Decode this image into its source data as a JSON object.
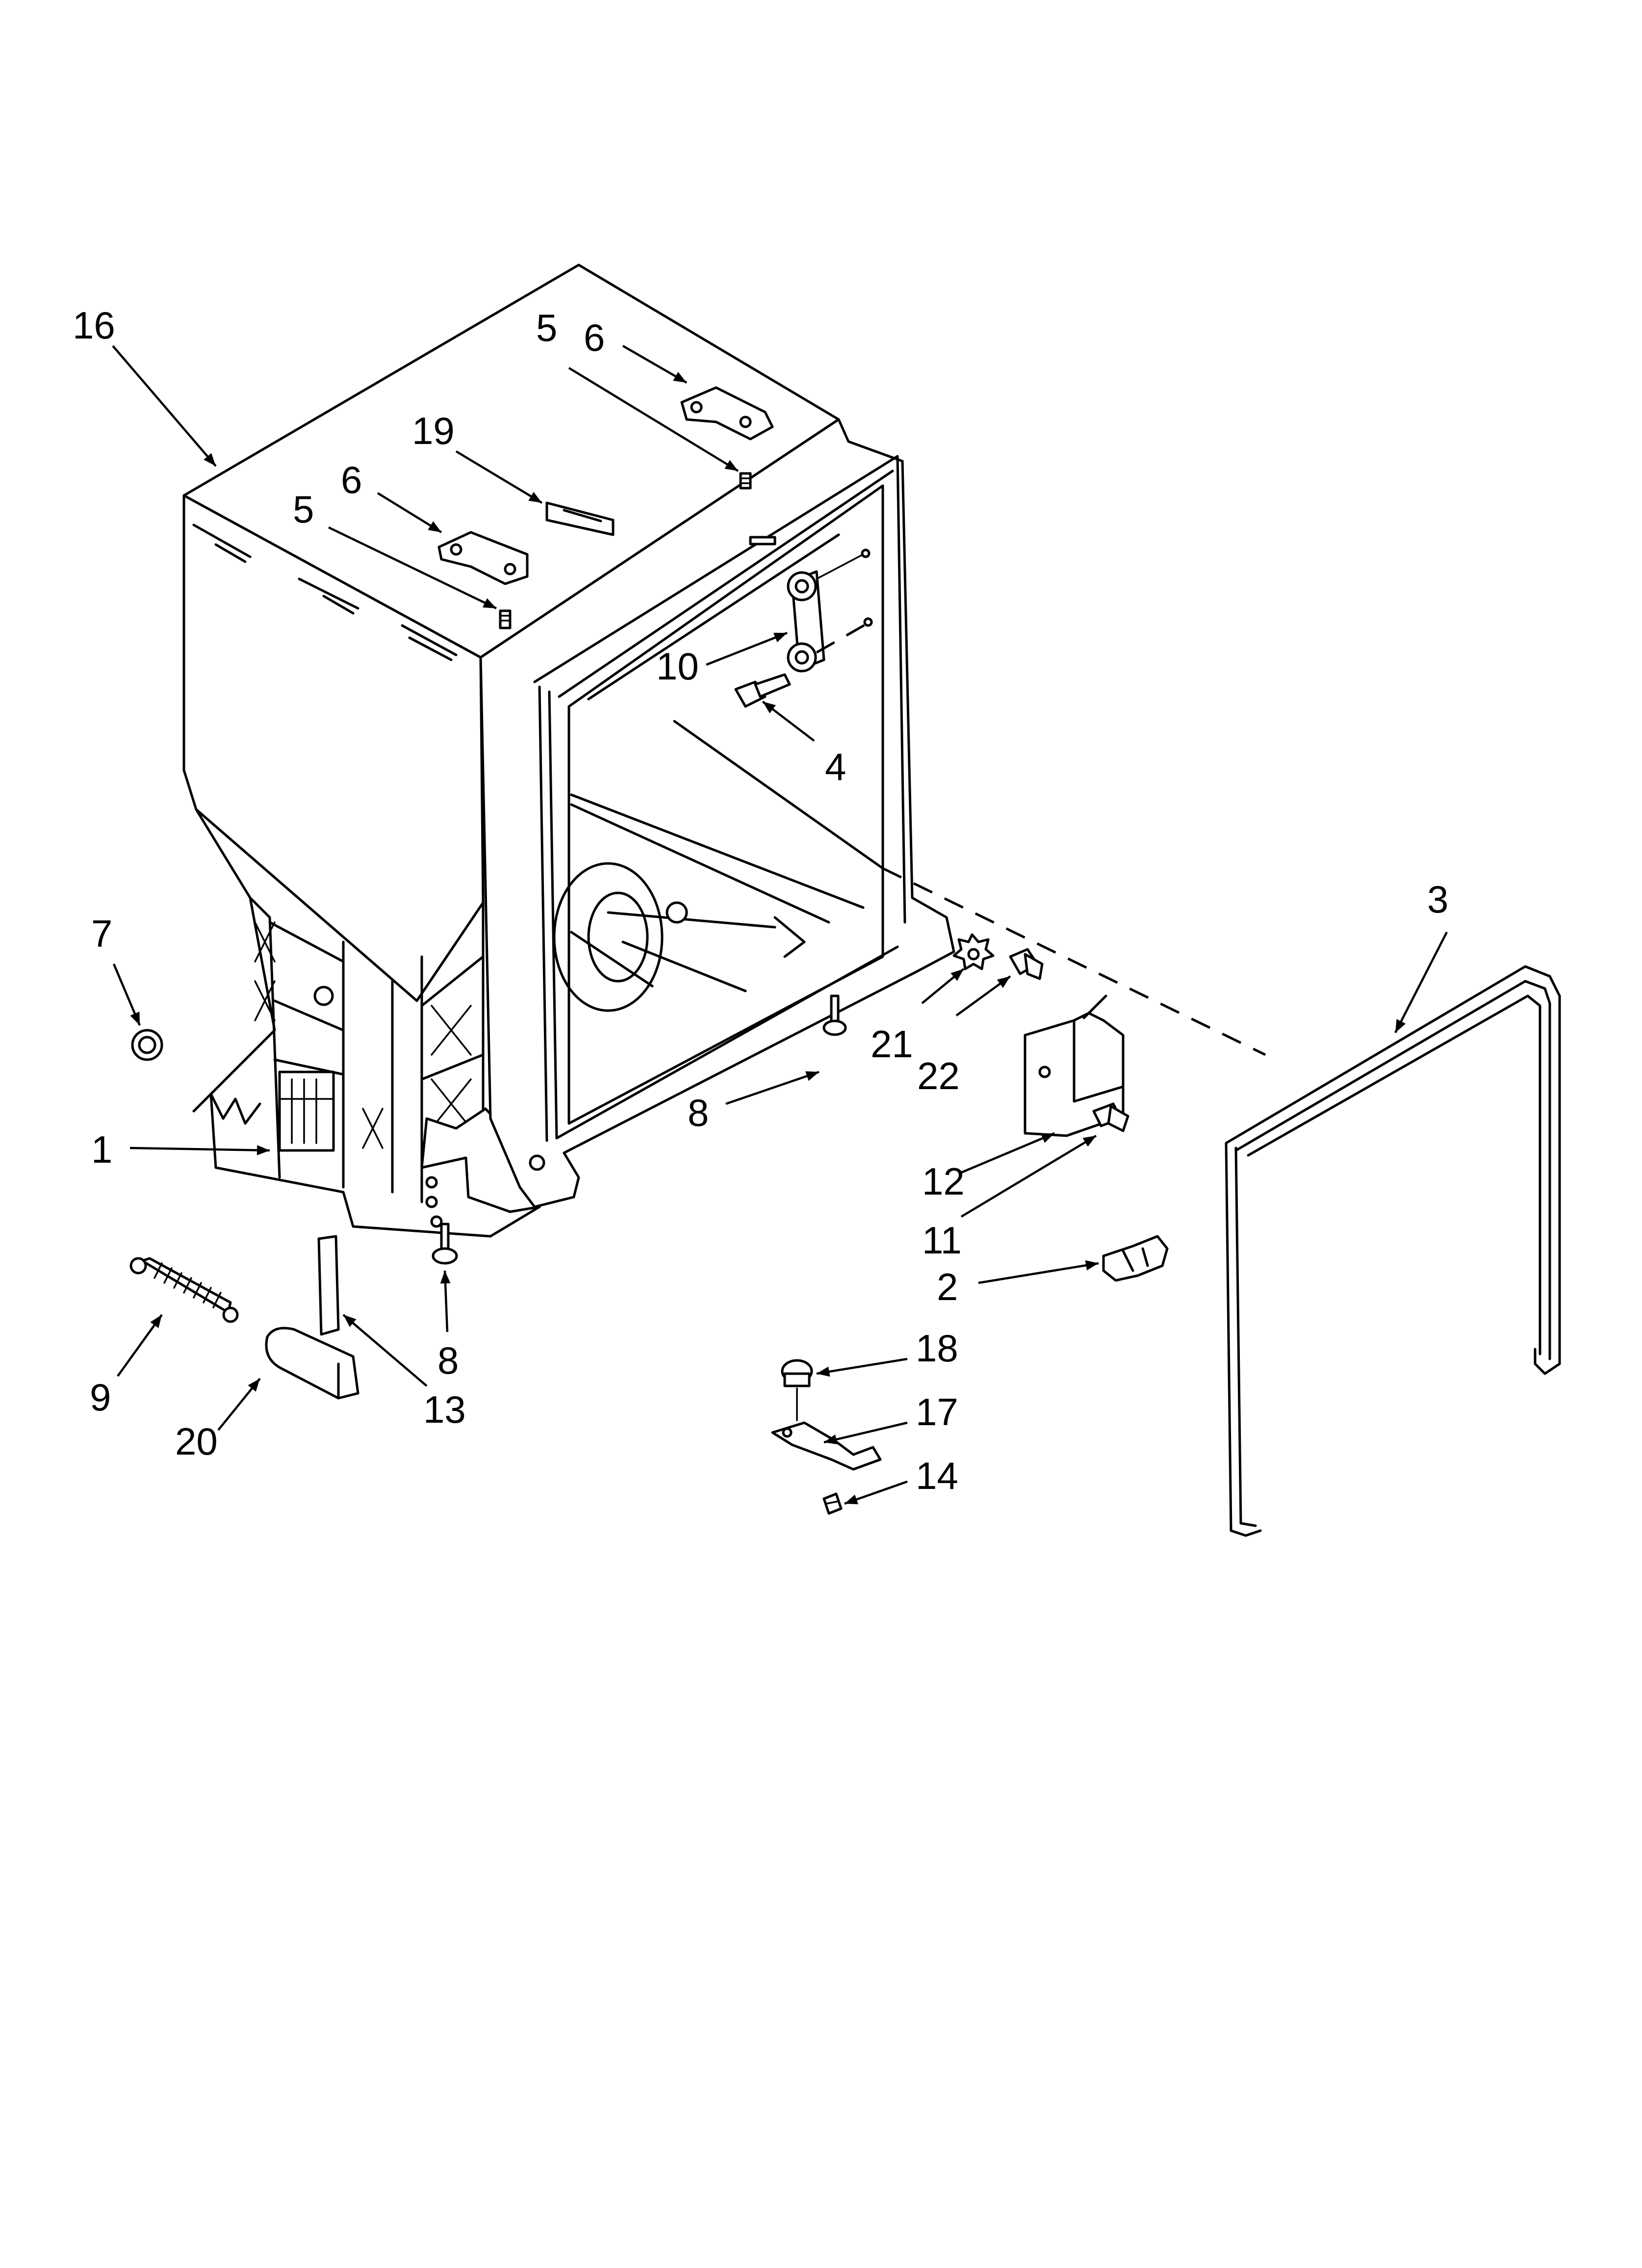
{
  "diagram": {
    "callouts": [
      {
        "id": "c16",
        "label": "16"
      },
      {
        "id": "c6a",
        "label": "6"
      },
      {
        "id": "c5a",
        "label": "5"
      },
      {
        "id": "c19",
        "label": "19"
      },
      {
        "id": "c6b",
        "label": "6"
      },
      {
        "id": "c5b",
        "label": "5"
      },
      {
        "id": "c10",
        "label": "10"
      },
      {
        "id": "c4",
        "label": "4"
      },
      {
        "id": "c3",
        "label": "3"
      },
      {
        "id": "c7",
        "label": "7"
      },
      {
        "id": "c1",
        "label": "1"
      },
      {
        "id": "c21",
        "label": "21"
      },
      {
        "id": "c22",
        "label": "22"
      },
      {
        "id": "c8a",
        "label": "8"
      },
      {
        "id": "c12",
        "label": "12"
      },
      {
        "id": "c11",
        "label": "11"
      },
      {
        "id": "c2",
        "label": "2"
      },
      {
        "id": "c8b",
        "label": "8"
      },
      {
        "id": "c9",
        "label": "9"
      },
      {
        "id": "c13",
        "label": "13"
      },
      {
        "id": "c20",
        "label": "20"
      },
      {
        "id": "c18",
        "label": "18"
      },
      {
        "id": "c17",
        "label": "17"
      },
      {
        "id": "c14",
        "label": "14"
      }
    ]
  }
}
